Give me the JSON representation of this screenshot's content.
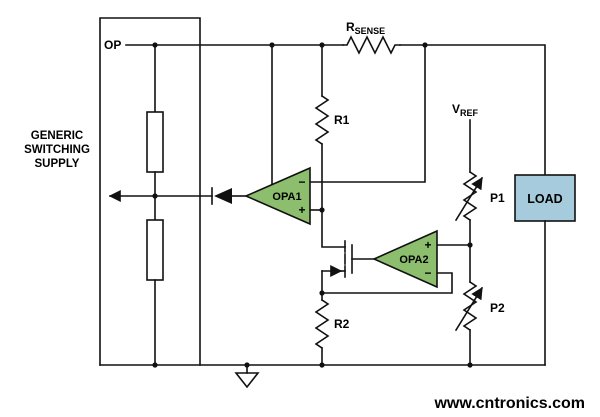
{
  "diagram": {
    "supply": {
      "line1": "GENERIC",
      "line2": "SWITCHING",
      "line3": "SUPPLY",
      "output_label": "OP"
    },
    "components": {
      "rsense": {
        "base": "R",
        "sub": "SENSE"
      },
      "vref": {
        "base": "V",
        "sub": "REF"
      },
      "r1": "R1",
      "r2": "R2",
      "p1": "P1",
      "p2": "P2",
      "opa1": "OPA1",
      "opa2": "OPA2",
      "load": "LOAD",
      "plus": "+",
      "minus": "−"
    },
    "watermark": "www.cntronics.com",
    "colors": {
      "opamp_fill": "#8cbe6e",
      "load_fill": "#a5cbdc",
      "watermark": "#92c83e"
    }
  }
}
